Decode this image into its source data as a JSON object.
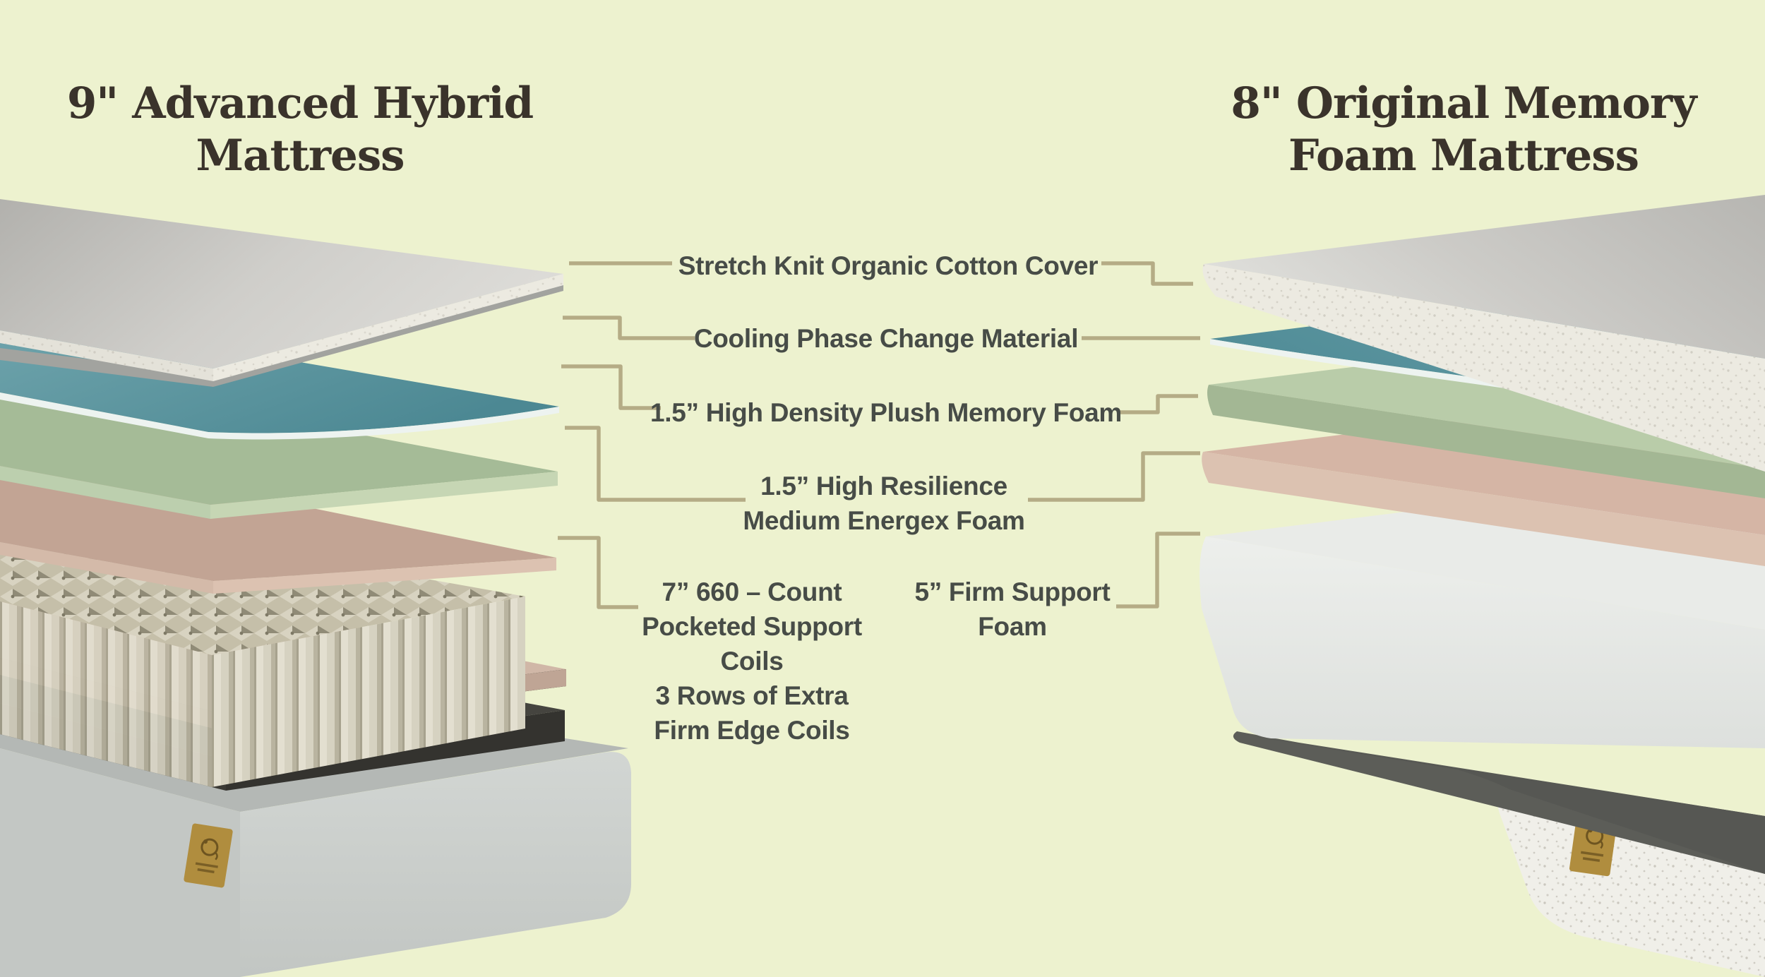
{
  "titles": {
    "left": {
      "line1": "9\" Advanced Hybrid",
      "line2": "Mattress"
    },
    "right": {
      "line1": "8\" Original Memory",
      "line2": "Foam Mattress"
    }
  },
  "callouts": [
    {
      "id": "cover",
      "text": "Stretch Knit Organic Cotton Cover"
    },
    {
      "id": "cooling",
      "text": "Cooling Phase Change Material"
    },
    {
      "id": "memory-foam",
      "text": "1.5” High Density Plush Memory Foam"
    },
    {
      "id": "energex",
      "lines": [
        "1.5” High Resilience",
        "Medium Energex Foam"
      ]
    },
    {
      "id": "coils",
      "lines": [
        "7” 660 – Count",
        "Pocketed Support",
        "Coils",
        "3 Rows of Extra",
        "Firm Edge Coils"
      ]
    },
    {
      "id": "support-foam",
      "lines": [
        "5” Firm Support",
        "Foam"
      ]
    }
  ],
  "colors": {
    "background": "#edf2cf",
    "title_text": "#3a332b",
    "label_text": "#474c47",
    "connector": "#b5ac86",
    "cover_top": "#c2c1bd",
    "cover_top_light": "#d8d7d3",
    "cover_edge": "#eceae1",
    "piping": "#a2a39f",
    "teal": "#5e99a3",
    "teal_deep": "#4e8a95",
    "teal_edge": "#edf3f0",
    "green_top": "#a5bb97",
    "green_front": "#c6d6b4",
    "pink_top": "#c2a494",
    "pink_front": "#dcc2b1",
    "coil_base": "#cdc7b2",
    "coil_dark": "#8f8a76",
    "coil_light": "#dfdbcb",
    "board": "#d0b7a7",
    "charcoal": "#45443f",
    "charcoal_dark": "#34332f",
    "base_gray": "#cbcfcc",
    "base_gray_side": "#bcc0bd",
    "base_white": "#f0efe9",
    "speckle_dot": "#9b958a",
    "tag_gold": "#b08d3e",
    "tag_dark": "#6d5420"
  }
}
